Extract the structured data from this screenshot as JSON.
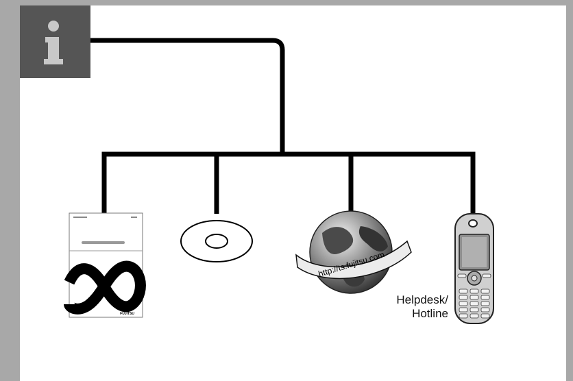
{
  "diagram": {
    "info_icon": "info-icon",
    "manual": {
      "icon": "manual-book-icon",
      "brand": "FUJITSU"
    },
    "cd": {
      "icon": "cd-disc-icon"
    },
    "web": {
      "icon": "globe-icon",
      "url": "http://ts.fujitsu.com"
    },
    "phone": {
      "icon": "mobile-phone-icon",
      "label_line1": "Helpdesk/",
      "label_line2": "Hotline"
    }
  },
  "colors": {
    "background": "#a8a8a8",
    "panel": "#ffffff",
    "badge": "#555555",
    "lines": "#000000"
  }
}
